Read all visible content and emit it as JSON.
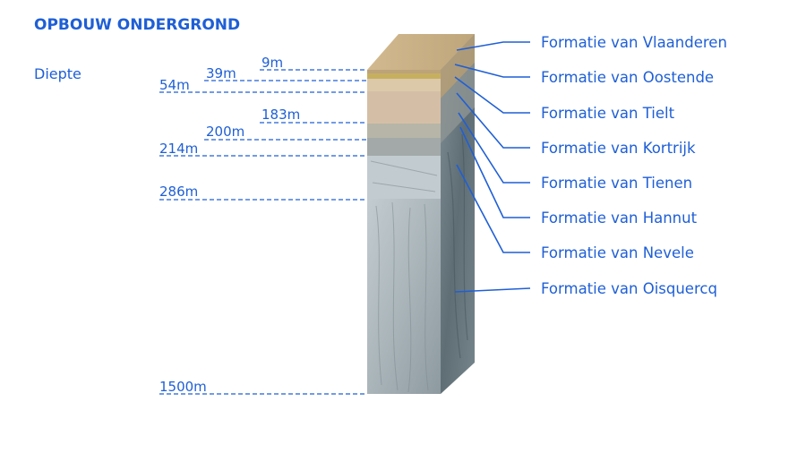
{
  "title": "OPBOUW ONDERGROND",
  "depth_axis_label": "Diepte",
  "depths": [
    {
      "label": "9m"
    },
    {
      "label": "39m"
    },
    {
      "label": "54m"
    },
    {
      "label": "183m"
    },
    {
      "label": "200m"
    },
    {
      "label": "214m"
    },
    {
      "label": "286m"
    },
    {
      "label": "1500m"
    }
  ],
  "formations": [
    {
      "name": "Formatie van Vlaanderen"
    },
    {
      "name": "Formatie van Oostende"
    },
    {
      "name": "Formatie van Tielt"
    },
    {
      "name": "Formatie van Kortrijk"
    },
    {
      "name": "Formatie van Tienen"
    },
    {
      "name": "Formatie van Hannut"
    },
    {
      "name": "Formatie van Nevele"
    },
    {
      "name": "Formatie van Oisquercq"
    }
  ],
  "colors": {
    "accent": "#1f5fd6",
    "sand_top": "#c9b28a",
    "clay": "#d8c3a5",
    "grey_layer": "#a8adab",
    "rock": "#b9c3c7"
  }
}
